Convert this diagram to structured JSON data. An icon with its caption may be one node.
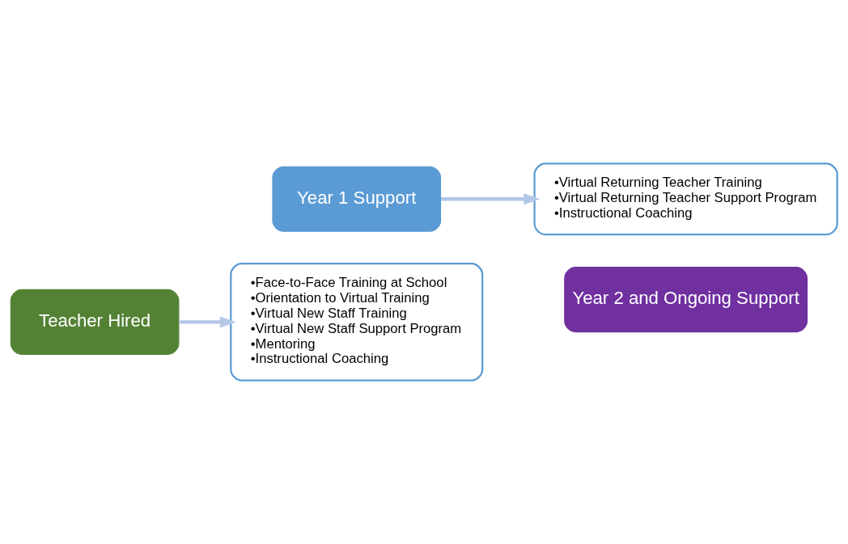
{
  "diagram": {
    "nodes": [
      {
        "text": [
          "Teacher Hired"
        ]
      },
      {
        "text": [
          "Year 1 Support"
        ]
      },
      {
        "text": [
          "•Face-to-Face Training at School",
          "•Orientation to Virtual Training",
          "•Virtual New Staff Training",
          "•Virtual New Staff Support Program",
          "•Mentoring",
          "•Instructional Coaching"
        ]
      },
      {
        "text": [
          "•Virtual Returning Teacher Training",
          "•Virtual Returning Teacher Support Program",
          "•Instructional Coaching"
        ]
      },
      {
        "text": [
          "Year 2 and Ongoing Support"
        ]
      }
    ],
    "edges": [
      {
        "from": 0,
        "to": 2,
        "arrow": "to"
      },
      {
        "from": 1,
        "to": 3,
        "arrow": "to"
      }
    ]
  }
}
